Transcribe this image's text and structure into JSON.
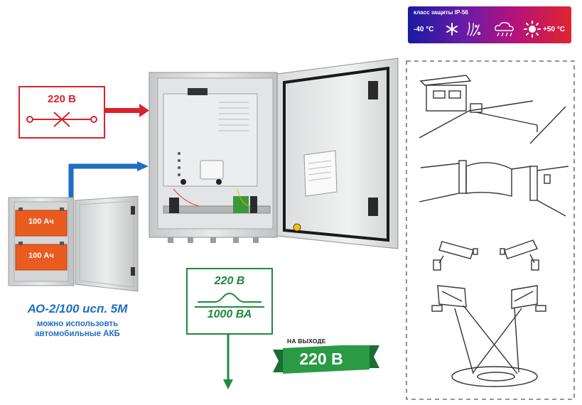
{
  "ip_badge": {
    "title": "класс защиты IP-56",
    "temp_min": "-40 °C",
    "temp_max": "+50 °C",
    "icons": [
      "snowflake-icon",
      "wind-icon",
      "rain-cloud-icon",
      "sun-icon"
    ]
  },
  "input": {
    "voltage": "220 В"
  },
  "batteries": [
    {
      "capacity": "100 Ач"
    },
    {
      "capacity": "100 Ач"
    }
  ],
  "battery_cabinet": {
    "model": "АО-2/100 исп. 5М",
    "note_line1": "можно использовть",
    "note_line2": "автомобильные АКБ"
  },
  "output_box": {
    "voltage": "220 В",
    "power": "1000 ВА"
  },
  "output_badge": {
    "label": "НА ВЫХОДЕ",
    "voltage": "220 В"
  },
  "colors": {
    "red": "#d8232a",
    "blue": "#1e6ec3",
    "green": "#1f8a3c"
  }
}
